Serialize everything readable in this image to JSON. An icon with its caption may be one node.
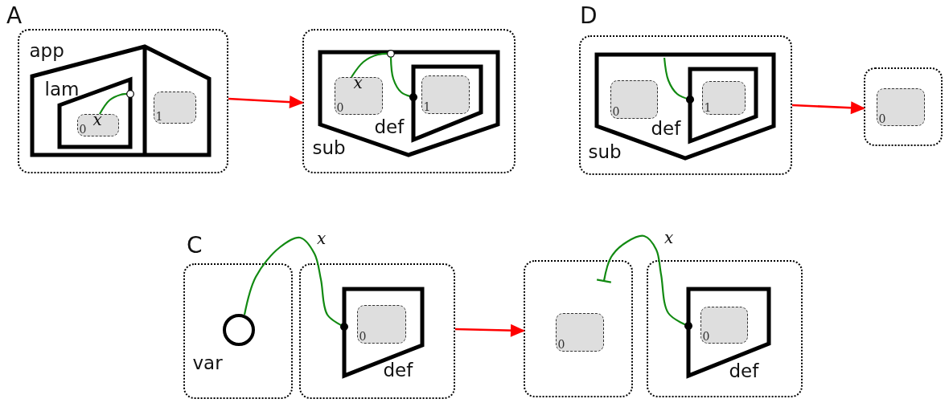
{
  "diagram": {
    "nodes": [
      {
        "text": [],
        "shape": "box"
      },
      {
        "text": [
          "app"
        ],
        "in": 0
      },
      {
        "text": [
          "lam"
        ],
        "in": 1
      },
      {
        "text": [
          "x",
          "0"
        ],
        "in": 2
      },
      {
        "text": [
          "1"
        ],
        "in": 1
      },
      {
        "text": [],
        "shape": "box"
      },
      {
        "text": [
          "sub"
        ],
        "in": 5
      },
      {
        "text": [
          "x",
          "0"
        ],
        "in": 6
      },
      {
        "text": [
          "def"
        ],
        "in": 6
      },
      {
        "text": [
          "1"
        ],
        "in": 8
      },
      {
        "text": [],
        "shape": "box"
      },
      {
        "text": [
          "sub"
        ],
        "in": 10
      },
      {
        "text": [
          "0"
        ],
        "in": 11
      },
      {
        "text": [
          "def"
        ],
        "in": 11
      },
      {
        "text": [
          "1"
        ],
        "in": 13
      },
      {
        "text": [],
        "shape": "box"
      },
      {
        "text": [
          "0"
        ],
        "in": 15
      },
      {
        "text": [],
        "shape": "box"
      },
      {
        "text": [
          "var"
        ],
        "in": 17
      },
      {
        "text": [],
        "shape": "box"
      },
      {
        "text": [
          "def"
        ],
        "in": 19
      },
      {
        "text": [
          "0"
        ],
        "in": 20
      },
      {
        "text": [],
        "shape": "box"
      },
      {
        "text": [
          "0"
        ],
        "in": 22
      },
      {
        "text": [],
        "shape": "box"
      },
      {
        "text": [
          "def"
        ],
        "in": 24
      },
      {
        "text": [
          "0"
        ],
        "in": 25
      }
    ],
    "edges": [
      {
        "from": 3,
        "to": 2,
        "arrow": "other"
      },
      {
        "from": 0,
        "to": 5,
        "arrow": "to",
        "color": "#ff0000"
      },
      {
        "from": 7,
        "to": 6,
        "arrow": "other"
      },
      {
        "from": 6,
        "to": 8,
        "arrow": "other"
      },
      {
        "from": 11,
        "to": 13,
        "arrow": "other"
      },
      {
        "from": 10,
        "to": 15,
        "arrow": "to",
        "color": "#ff0000"
      },
      {
        "from": 18,
        "to": 20,
        "arrow": "other",
        "label": "x"
      },
      {
        "from": 19,
        "to": 22,
        "arrow": "to",
        "color": "#ff0000"
      },
      {
        "from": 22,
        "to": 25,
        "arrow": "other",
        "label": "x"
      }
    ],
    "labels": [
      "A",
      "D",
      "C"
    ]
  }
}
